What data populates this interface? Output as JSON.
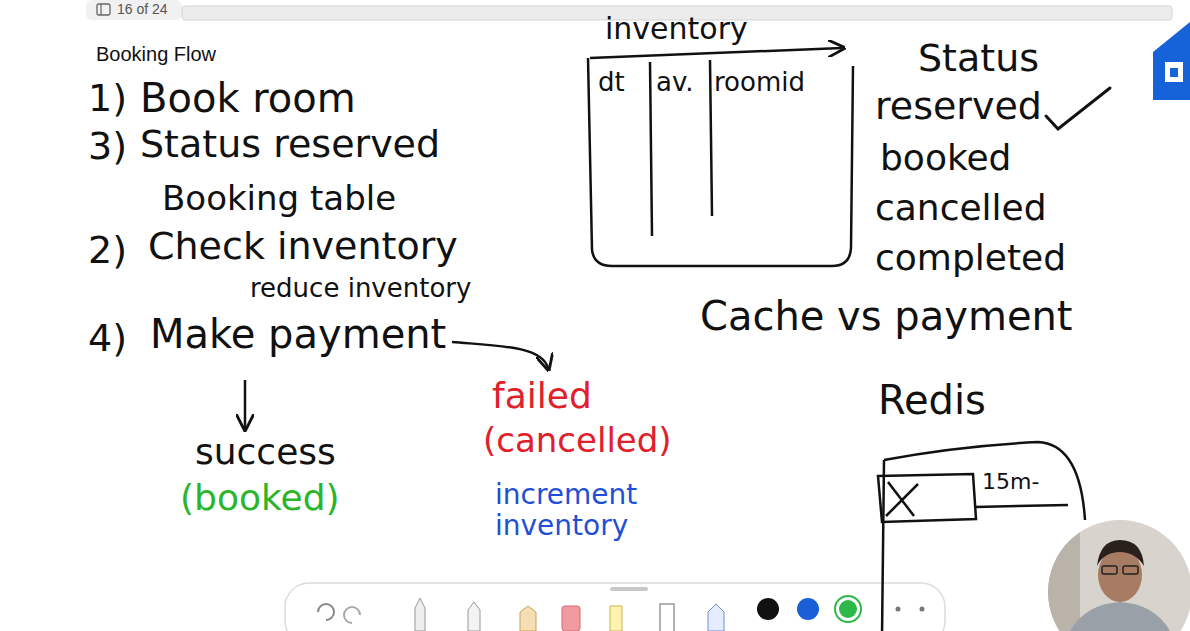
{
  "diagram": {
    "title": "Booking Flow",
    "nodes": [
      {
        "text": [
          "inventory",
          "dt",
          "av.",
          "roomid"
        ]
      },
      {
        "text": [
          "Redis"
        ]
      }
    ],
    "labels": [
      "16 of 24",
      "1)",
      "Book room",
      "3)",
      "Status reserved",
      "Booking table",
      "2)",
      "Check inventory",
      "reduce inventory",
      "4)",
      "Make payment",
      "success",
      "(booked)",
      "failed",
      "(cancelled)",
      "increment inventory",
      "Status",
      "reserved",
      "booked",
      "cancelled",
      "completed",
      "Cache vs payment",
      "15m-"
    ]
  }
}
